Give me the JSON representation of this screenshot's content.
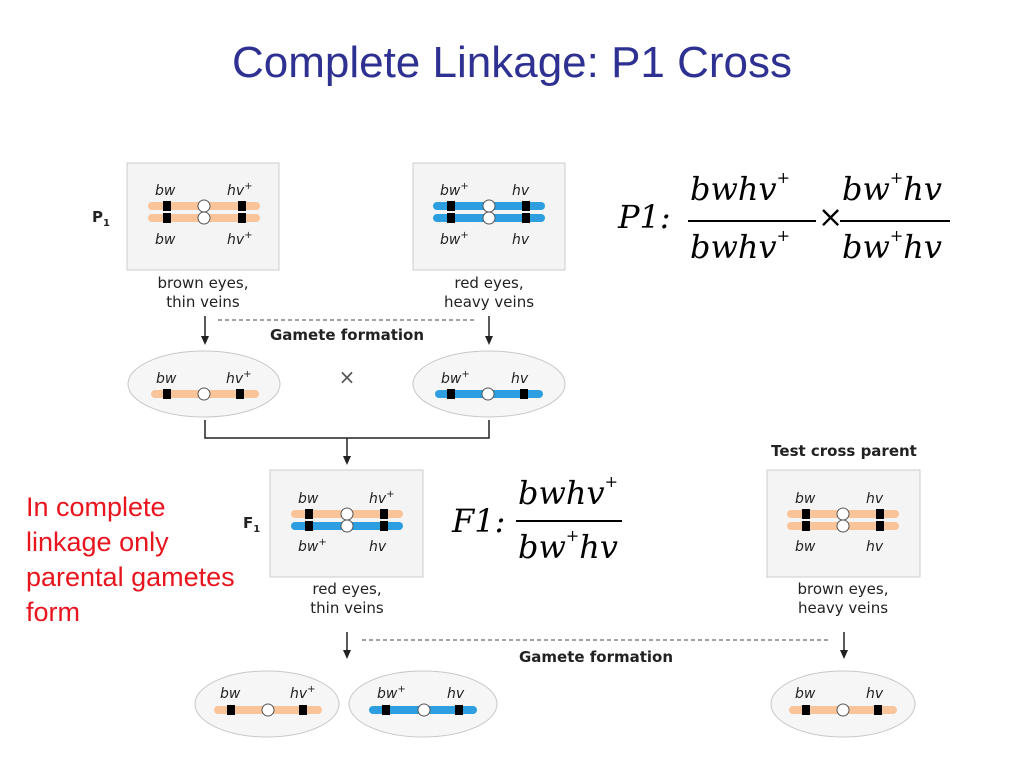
{
  "slide": {
    "title": "Complete Linkage: P1 Cross",
    "note": "In complete linkage only parental gametes form"
  },
  "equations": {
    "p1": {
      "lead": "P1:",
      "left": {
        "num": "bwhv",
        "num_sup": "+",
        "den": "bwhv",
        "den_sup": "+"
      },
      "times": "×",
      "right": {
        "num_a": "bw",
        "num_sup": "+",
        "num_b": "hv",
        "den_a": "bw",
        "den_sup": "+",
        "den_b": "hv"
      }
    },
    "f1": {
      "lead": "F1:",
      "num": "bwhv",
      "num_sup": "+",
      "den_a": "bw",
      "den_sup": "+",
      "den_b": "hv"
    }
  },
  "diagram": {
    "p1_label": "P",
    "p1_sub": "1",
    "f1_label": "F",
    "f1_sub": "1",
    "parent1": {
      "top_left": "bw",
      "top_right": "hv",
      "top_right_sup": "+",
      "bot_left": "bw",
      "bot_right": "hv",
      "bot_right_sup": "+",
      "caption1": "brown eyes,",
      "caption2": "thin veins"
    },
    "parent2": {
      "top_left": "bw",
      "top_left_sup": "+",
      "top_right": "hv",
      "bot_left": "bw",
      "bot_left_sup": "+",
      "bot_right": "hv",
      "caption1": "red eyes,",
      "caption2": "heavy veins"
    },
    "gamete_formation_1": "Gamete formation",
    "cross_symbol": "×",
    "gamete1": {
      "left": "bw",
      "right": "hv",
      "right_sup": "+"
    },
    "gamete2": {
      "left": "bw",
      "left_sup": "+",
      "right": "hv"
    },
    "f1_box": {
      "top_left": "bw",
      "top_right": "hv",
      "top_right_sup": "+",
      "bot_left": "bw",
      "bot_left_sup": "+",
      "bot_right": "hv",
      "caption1": "red eyes,",
      "caption2": "thin veins"
    },
    "test_cross_title": "Test cross parent",
    "test_box": {
      "top_left": "bw",
      "top_right": "hv",
      "bot_left": "bw",
      "bot_right": "hv",
      "caption1": "brown eyes,",
      "caption2": "heavy veins"
    },
    "gamete_formation_2": "Gamete formation",
    "gamete3": {
      "left": "bw",
      "right": "hv",
      "right_sup": "+"
    },
    "gamete4": {
      "left": "bw",
      "left_sup": "+",
      "right": "hv"
    },
    "gamete5": {
      "left": "bw",
      "right": "hv"
    },
    "colors": {
      "orange": "#f9c49a",
      "blue": "#2d9fe0",
      "box": "#f4f4f4",
      "box_border": "#cccccc",
      "oval": "#f6f6f6"
    }
  }
}
